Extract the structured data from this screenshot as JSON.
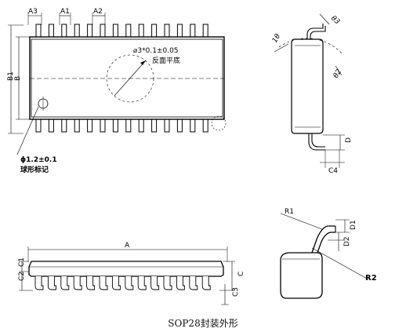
{
  "caption": "SOP28封装外形",
  "top_view": {
    "dim_a3": "A3",
    "dim_a1": "A1",
    "dim_a2": "A2",
    "dim_b1": "B1",
    "dim_b": "B",
    "hole_spec": "⌀3*0.1±0.05",
    "hole_note": "反面平底",
    "mark_spec": "ϕ1.2±0.1",
    "mark_note": "球形标记"
  },
  "side_view_right": {
    "theta3": "θ3",
    "theta1": "1θ",
    "theta2": "θ2",
    "dim_d": "D",
    "dim_c4": "C4"
  },
  "front_view": {
    "dim_a": "A",
    "dim_c1": "C1",
    "dim_c2": "C2",
    "dim_c": "C",
    "dim_c3": "C3"
  },
  "detail_view": {
    "r1": "R1",
    "d1": "D1",
    "d2": "D2",
    "r2": "R2"
  }
}
